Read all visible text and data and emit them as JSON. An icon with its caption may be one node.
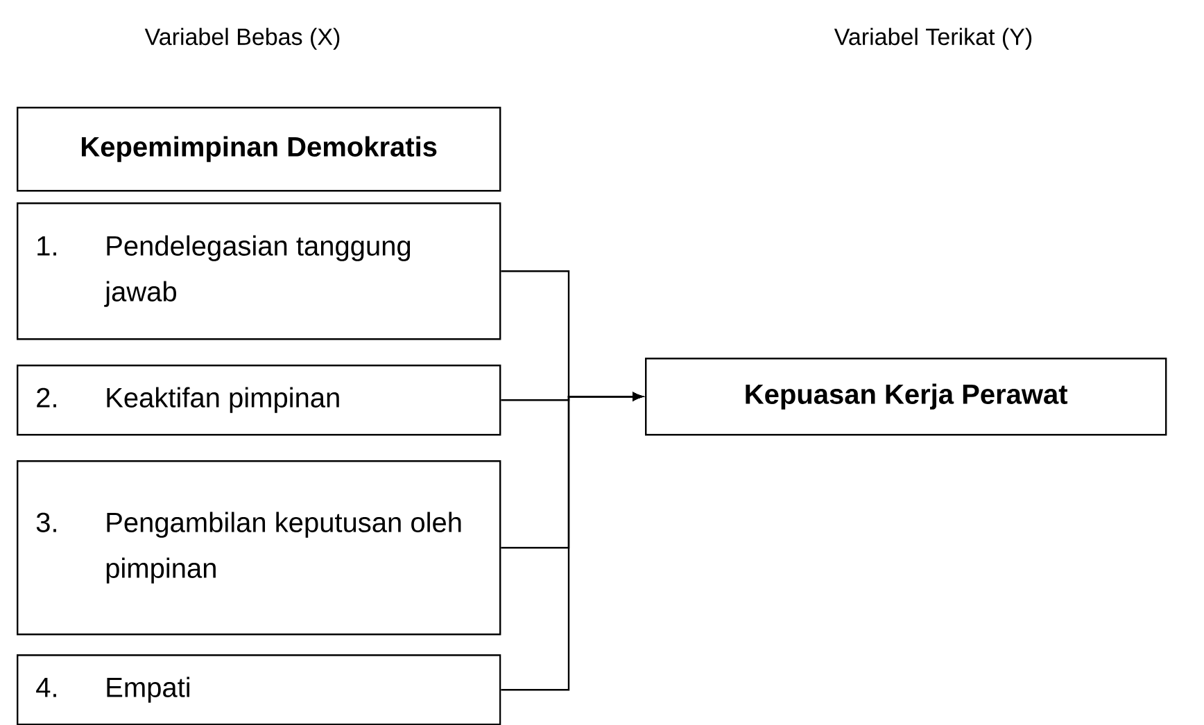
{
  "diagram": {
    "nodes": [
      {
        "text": [
          "Kepemimpinan Demokratis"
        ]
      },
      {
        "text": [
          "1.",
          "Pendelegasian tanggung jawab"
        ]
      },
      {
        "text": [
          "2.",
          "Keaktifan pimpinan"
        ]
      },
      {
        "text": [
          "3.",
          "Pengambilan keputusan oleh pimpinan"
        ]
      },
      {
        "text": [
          "4.",
          "Empati"
        ]
      },
      {
        "text": [
          "Kepuasan Kerja Perawat"
        ]
      }
    ],
    "edges": [
      {
        "from": 1,
        "to": 5,
        "arrow": "to"
      },
      {
        "from": 2,
        "to": 5,
        "arrow": "to"
      },
      {
        "from": 3,
        "to": 5,
        "arrow": "to"
      },
      {
        "from": 4,
        "to": 5,
        "arrow": "to"
      }
    ],
    "labels": [
      "Variabel Bebas (X)",
      "Variabel Terikat (Y)"
    ]
  }
}
